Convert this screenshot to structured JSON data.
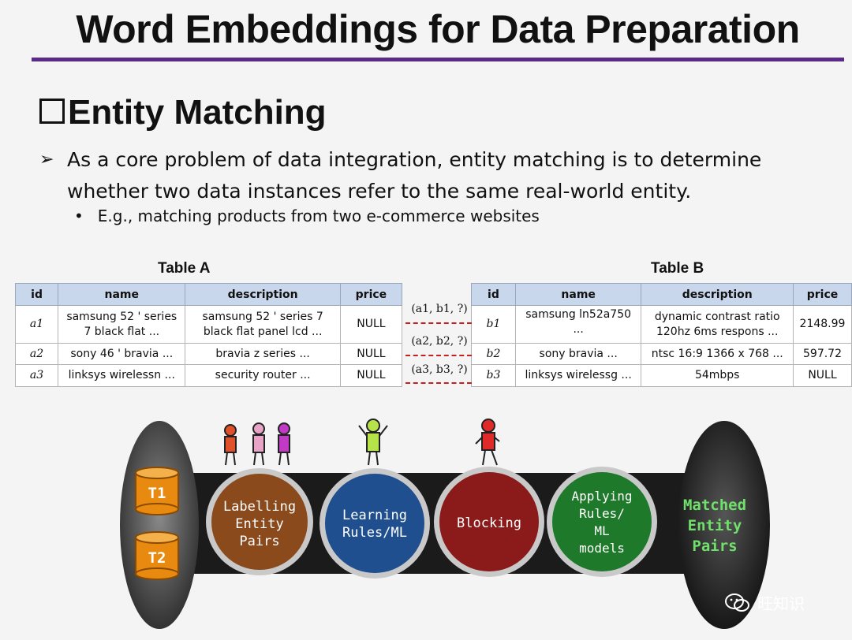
{
  "title": "Word Embeddings for Data Preparation",
  "section_heading": "Entity Matching",
  "bullet_main": "As a core problem of data integration, entity matching  is to determine whether two data instances refer to the same real-world entity.",
  "bullet_sub": "E.g., matching products from two e-commerce websites",
  "table_a": {
    "caption": "Table A",
    "headers": [
      "id",
      "name",
      "description",
      "price"
    ],
    "rows": [
      {
        "id": "a1",
        "name": "samsung 52 ' series 7 black flat ...",
        "description": "samsung 52 ' series 7 black flat panel lcd ...",
        "price": "NULL"
      },
      {
        "id": "a2",
        "name": "sony 46 ' bravia ...",
        "description": "bravia z series ...",
        "price": "NULL"
      },
      {
        "id": "a3",
        "name": "linksys wirelessn ...",
        "description": "security router ...",
        "price": "NULL"
      }
    ]
  },
  "table_b": {
    "caption": "Table B",
    "headers": [
      "id",
      "name",
      "description",
      "price"
    ],
    "rows": [
      {
        "id": "b1",
        "name": "samsung ln52a750 ...",
        "description": "dynamic contrast ratio 120hz 6ms respons ...",
        "price": "2148.99"
      },
      {
        "id": "b2",
        "name": "sony bravia ...",
        "description": "ntsc 16:9 1366 x 768 ...",
        "price": "597.72"
      },
      {
        "id": "b3",
        "name": "linksys wirelessg ...",
        "description": "54mbps",
        "price": "NULL"
      }
    ]
  },
  "pairs": [
    "(a1, b1, ?)",
    "(a2, b2, ?)",
    "(a3, b3, ?)"
  ],
  "pipeline": {
    "inputs": [
      "T1",
      "T2"
    ],
    "steps": [
      {
        "label": "Labelling Entity Pairs",
        "color": "#8a4a1c"
      },
      {
        "label": "Learning Rules/ML",
        "color": "#1f4f8f"
      },
      {
        "label": "Blocking",
        "color": "#8b1a1a"
      },
      {
        "label": "Applying Rules/ ML models",
        "color": "#1e7a2a"
      }
    ],
    "output": "Matched Entity Pairs",
    "output_color": "#6fe06a"
  },
  "watermark": "旺知识"
}
